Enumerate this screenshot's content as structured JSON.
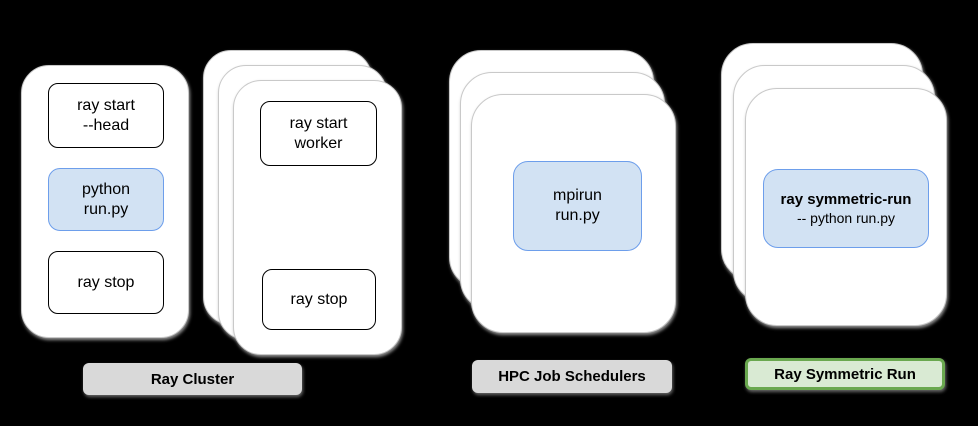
{
  "colors": {
    "background": "#000000",
    "card_fill": "#ffffff",
    "card_border": "#c9c9c9",
    "command_border": "#000000",
    "blue_fill": "#d2e2f3",
    "blue_border": "#6d9eeb",
    "gray_badge_fill": "#d9d9d9",
    "green_badge_fill": "#d9ead3",
    "green_badge_border": "#6aa84f",
    "text_color": "#000000"
  },
  "stacks": {
    "head": {
      "boxes": {
        "start": {
          "line1": "ray start",
          "line2": "--head"
        },
        "run": {
          "line1": "python",
          "line2": "run.py"
        },
        "stop": {
          "line1": "ray stop"
        }
      }
    },
    "worker": {
      "boxes": {
        "start": {
          "line1": "ray start",
          "line2": "worker"
        },
        "stop": {
          "line1": "ray stop"
        }
      }
    },
    "hpc": {
      "boxes": {
        "run": {
          "line1": "mpirun",
          "line2": "run.py"
        }
      }
    },
    "symmetric": {
      "boxes": {
        "run": {
          "line1": "ray symmetric-run",
          "line2": "-- python run.py"
        }
      }
    }
  },
  "badges": {
    "ray_cluster": "Ray Cluster",
    "hpc_job_schedulers": "HPC Job Schedulers",
    "ray_symmetric_run": "Ray Symmetric Run"
  }
}
